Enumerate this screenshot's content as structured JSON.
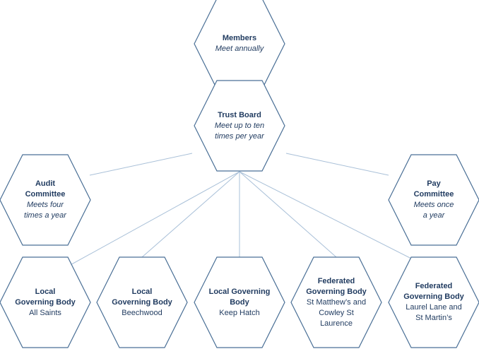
{
  "colors": {
    "stroke": "#4a6f96",
    "line": "#a9c0d8",
    "text": "#1f3a5f"
  },
  "nodes": [
    {
      "id": "members",
      "title": "Members",
      "subtitle": "Meet annually",
      "subtitle_italic": true
    },
    {
      "id": "trust-board",
      "title": "Trust Board",
      "subtitle": "Meet up to ten\ntimes per year",
      "subtitle_italic": true
    },
    {
      "id": "audit-committee",
      "title": "Audit\nCommittee",
      "subtitle": "Meets four\ntimes a year",
      "subtitle_italic": true
    },
    {
      "id": "pay-committee",
      "title": "Pay\nCommittee",
      "subtitle": "Meets once\na year",
      "subtitle_italic": true
    },
    {
      "id": "lgb-all-saints",
      "title": "Local\nGoverning Body",
      "subtitle": "All Saints",
      "subtitle_italic": false
    },
    {
      "id": "lgb-beechwood",
      "title": "Local\nGoverning Body",
      "subtitle": "Beechwood",
      "subtitle_italic": false
    },
    {
      "id": "lgb-keep-hatch",
      "title": "Local Governing\nBody",
      "subtitle": "Keep Hatch",
      "subtitle_italic": false
    },
    {
      "id": "fgb-st-matthews",
      "title": "Federated\nGoverning Body",
      "subtitle": "St Matthew’s and\nCowley St\nLaurence",
      "subtitle_italic": false
    },
    {
      "id": "fgb-laurel-lane",
      "title": "Federated\nGoverning Body",
      "subtitle": "Laurel Lane and\nSt Martin’s",
      "subtitle_italic": false
    }
  ]
}
